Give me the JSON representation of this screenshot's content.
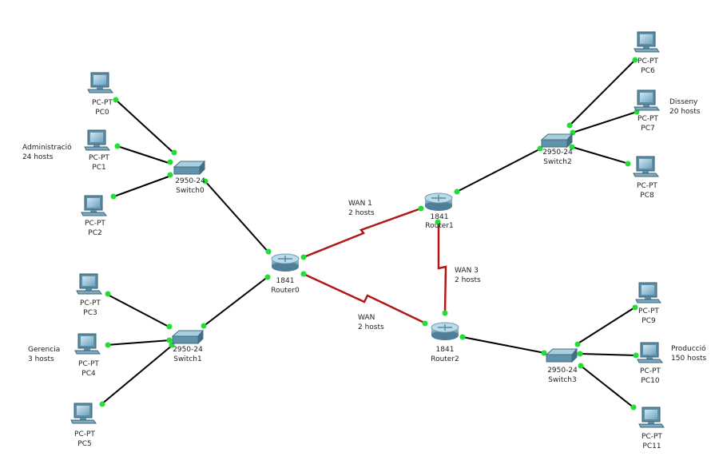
{
  "devices": {
    "pc0": {
      "model": "PC-PT",
      "name": "PC0"
    },
    "pc1": {
      "model": "PC-PT",
      "name": "PC1"
    },
    "pc2": {
      "model": "PC-PT",
      "name": "PC2"
    },
    "pc3": {
      "model": "PC-PT",
      "name": "PC3"
    },
    "pc4": {
      "model": "PC-PT",
      "name": "PC4"
    },
    "pc5": {
      "model": "PC-PT",
      "name": "PC5"
    },
    "pc6": {
      "model": "PC-PT",
      "name": "PC6"
    },
    "pc7": {
      "model": "PC-PT",
      "name": "PC7"
    },
    "pc8": {
      "model": "PC-PT",
      "name": "PC8"
    },
    "pc9": {
      "model": "PC-PT",
      "name": "PC9"
    },
    "pc10": {
      "model": "PC-PT",
      "name": "PC10"
    },
    "pc11": {
      "model": "PC-PT",
      "name": "PC11"
    },
    "switch0": {
      "model": "2950-24",
      "name": "Switch0"
    },
    "switch1": {
      "model": "2950-24",
      "name": "Switch1"
    },
    "switch2": {
      "model": "2950-24",
      "name": "Switch2"
    },
    "switch3": {
      "model": "2950-24",
      "name": "Switch3"
    },
    "router0": {
      "model": "1841",
      "name": "Router0"
    },
    "router1": {
      "model": "1841",
      "name": "Router1"
    },
    "router2": {
      "model": "1841",
      "name": "Router2"
    }
  },
  "notes": {
    "admin": {
      "line1": "Administració",
      "line2": "24 hosts"
    },
    "gerencia": {
      "line1": "Gerencia",
      "line2": "3 hosts"
    },
    "disseny": {
      "line1": "Disseny",
      "line2": "20 hosts"
    },
    "produccio": {
      "line1": "Producció",
      "line2": "150 hosts"
    },
    "wan1": {
      "line1": "WAN 1",
      "line2": "2 hosts"
    },
    "wan2": {
      "line1": "WAN",
      "line2": "2 hosts"
    },
    "wan3": {
      "line1": "WAN 3",
      "line2": "2 hosts"
    }
  },
  "colors": {
    "ethernet": "#000000",
    "serial": "#b01818",
    "port_up": "#22dd33"
  }
}
